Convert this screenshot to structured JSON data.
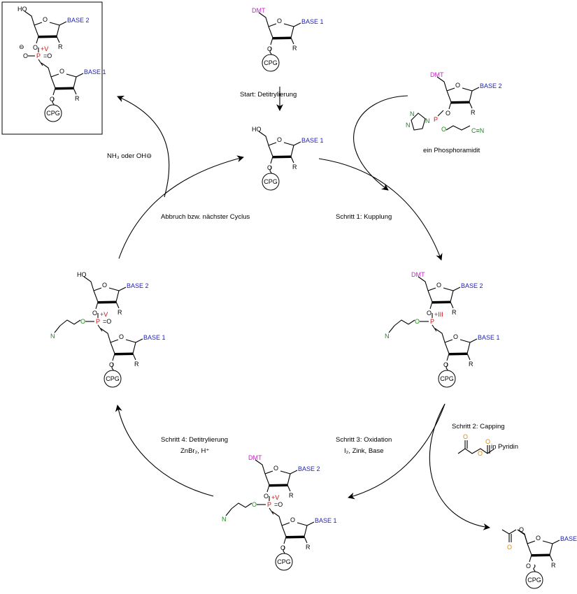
{
  "colors": {
    "base": "#1f1fb4",
    "dmt": "#cc22cc",
    "phosphorus": "#cc1111",
    "cyanoethyl": "#1a8a1a",
    "capping": "#d98a1a"
  },
  "labels": {
    "start": "Start: Detitrylierung",
    "step1": "Schritt 1: Kupplung",
    "step2": "Schritt 2: Capping",
    "in_pyridin": "in Pyridin",
    "step3_line1": "Schritt 3: Oxidation",
    "step3_line2": "I₂, Zink, Base",
    "step4_line1": "Schritt 4: Detitrylierung",
    "step4_line2": "ZnBr₂, H⁺",
    "abbruch": "Abbruch bzw. nächster Cyclus",
    "nh3": "NH₃ oder OH⊖",
    "phosphoramidit": "ein Phosphoramidit"
  },
  "atoms": {
    "dmt": "DMT",
    "ho": "HO",
    "o": "O",
    "r": "R",
    "p": "P",
    "n": "N",
    "cn": "C≡N",
    "cpg": "CPG",
    "base1": "BASE 1",
    "base2": "BASE 2",
    "base_cut": "BASE :",
    "ox_v": "+V",
    "ox_iii": "+III",
    "minus": "⊖",
    "eq_o": "=O"
  }
}
